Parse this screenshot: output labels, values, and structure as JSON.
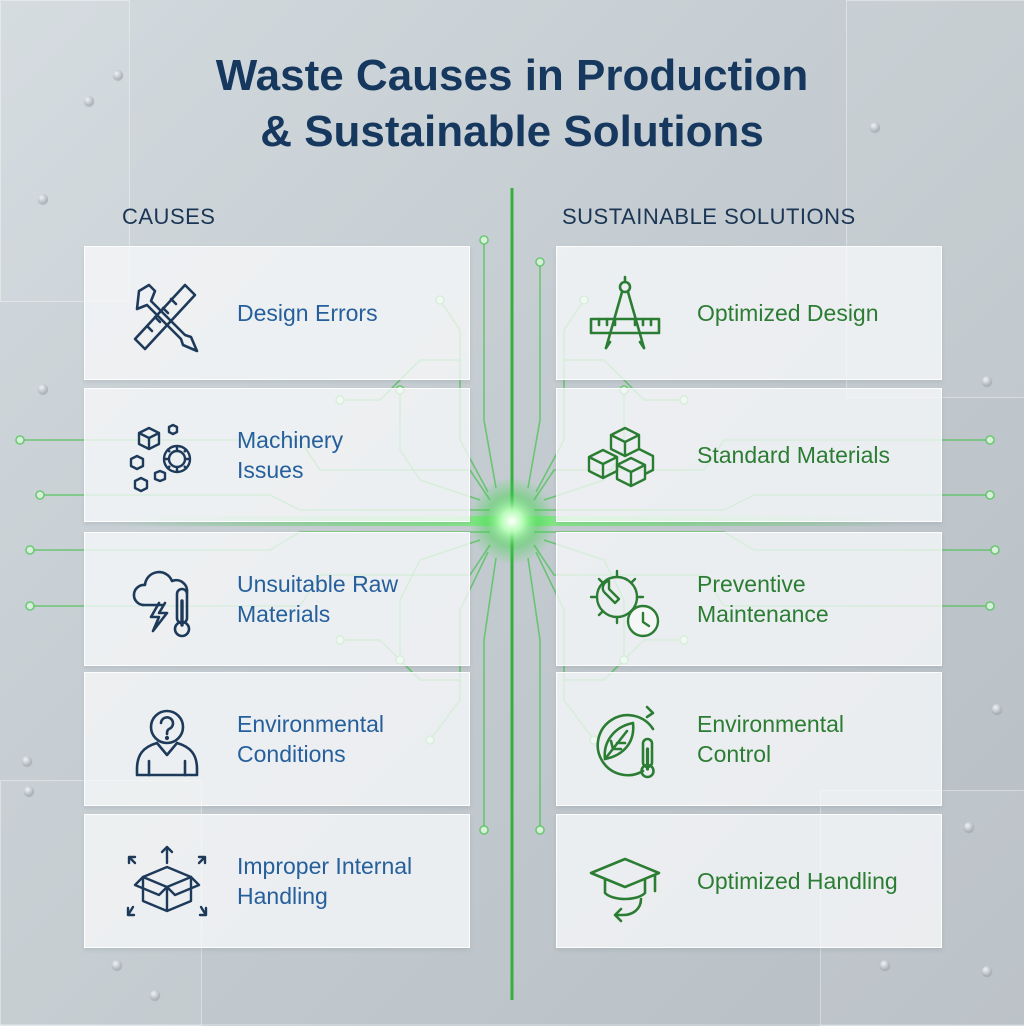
{
  "title_lines": [
    "Waste Causes in Production",
    "& Sustainable Solutions"
  ],
  "columns": {
    "causes_heading": "CAUSES",
    "solutions_heading": "SUSTAINABLE SOLUTIONS"
  },
  "causes": [
    {
      "label": "Design Errors",
      "icon": "ruler-wrench-icon"
    },
    {
      "label": "Machinery Issues",
      "icon": "gears-cubes-icon"
    },
    {
      "label": "Unsuitable Raw Materials",
      "icon": "storm-thermometer-icon"
    },
    {
      "label": "Environmental Conditions",
      "icon": "confused-person-icon"
    },
    {
      "label": "Improper Internal Handling",
      "icon": "box-arrows-icon"
    }
  ],
  "solutions": [
    {
      "label": "Optimized Design",
      "icon": "compass-ruler-icon"
    },
    {
      "label": "Standard Materials",
      "icon": "stacked-cubes-icon"
    },
    {
      "label": "Preventive Maintenance",
      "icon": "gear-wrench-clock-icon"
    },
    {
      "label": "Environmental Control",
      "icon": "leaf-thermometer-icon"
    },
    {
      "label": "Optimized Handling",
      "icon": "graduation-cap-icon"
    }
  ],
  "colors": {
    "title": "#16385e",
    "cause_text": "#26609c",
    "solution_text": "#2c7d34",
    "circuit": "#3fc24a",
    "icon_stroke": "#1e3a5a",
    "solution_icon_stroke": "#2c7d34"
  }
}
